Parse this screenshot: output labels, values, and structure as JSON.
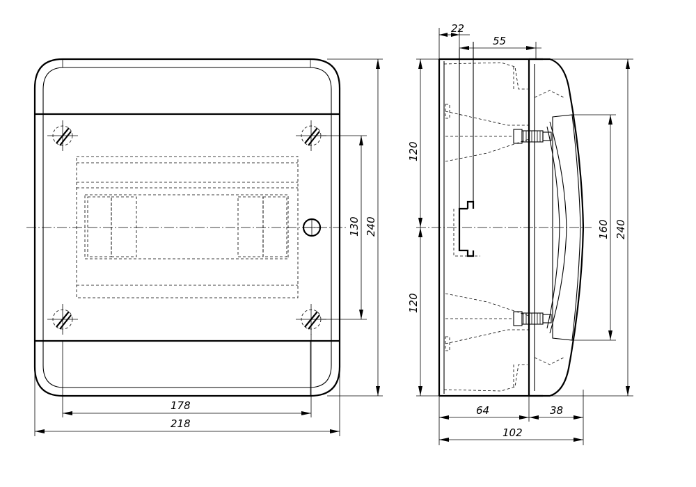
{
  "front_view": {
    "width_total": "218",
    "width_mount": "178",
    "height_mount": "130",
    "height_total": "240"
  },
  "side_view": {
    "depth_rail": "22",
    "depth_top": "55",
    "height_upper": "120",
    "height_lower": "120",
    "depth_body": "64",
    "depth_cover": "38",
    "depth_total": "102",
    "height_window": "160",
    "height_total": "240"
  }
}
